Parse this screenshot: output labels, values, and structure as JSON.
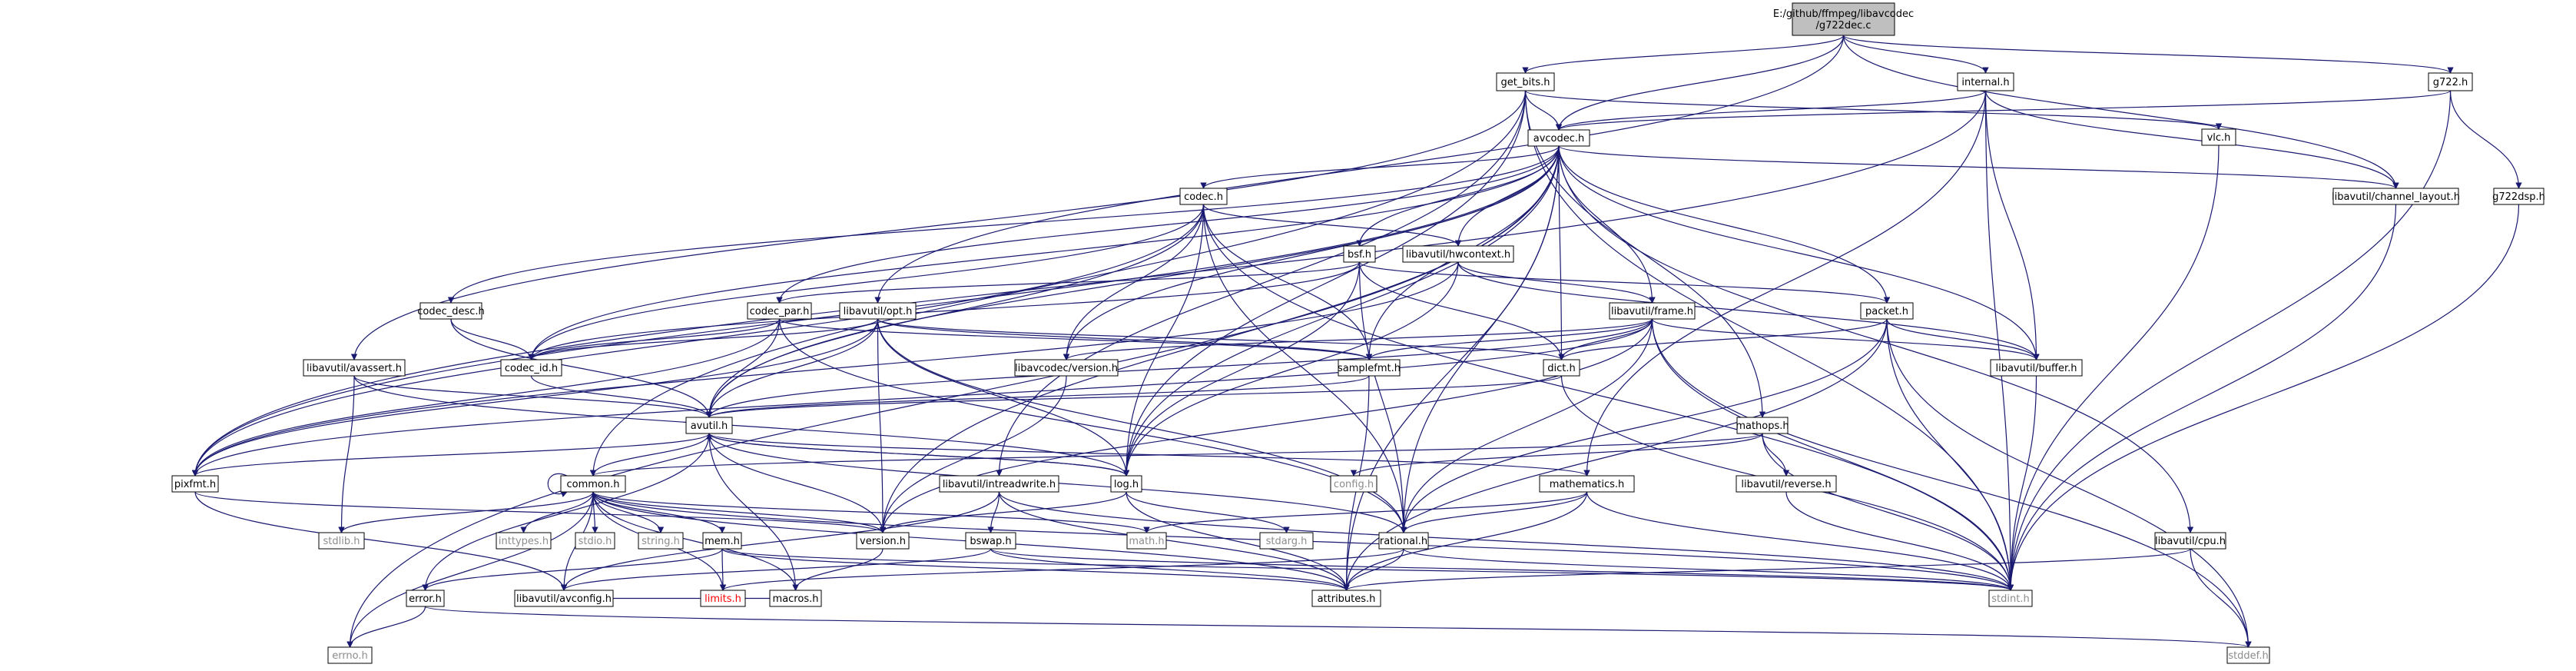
{
  "colors": {
    "edge": "#191970",
    "root_fill": "#bfbfbf",
    "node_fill": "#ffffff",
    "node_border": "#000000",
    "external_border": "#bfbfbf",
    "external_text": "#8c8c8c",
    "truncated_border": "#ff0000"
  },
  "nodes": [
    {
      "id": "root",
      "label": [
        "E:/github/ffmpeg/libavcodec",
        "/g722dec.c"
      ],
      "style": "root"
    },
    {
      "id": "get_bits",
      "label": [
        "get_bits.h"
      ],
      "style": "normal"
    },
    {
      "id": "internal",
      "label": [
        "internal.h"
      ],
      "style": "normal"
    },
    {
      "id": "g722",
      "label": [
        "g722.h"
      ],
      "style": "normal"
    },
    {
      "id": "avcodec",
      "label": [
        "avcodec.h"
      ],
      "style": "normal"
    },
    {
      "id": "vlc",
      "label": [
        "vlc.h"
      ],
      "style": "normal"
    },
    {
      "id": "codec",
      "label": [
        "codec.h"
      ],
      "style": "normal"
    },
    {
      "id": "channel_layout",
      "label": [
        "libavutil/channel_layout.h"
      ],
      "style": "normal"
    },
    {
      "id": "g722dsp",
      "label": [
        "g722dsp.h"
      ],
      "style": "normal"
    },
    {
      "id": "bsf",
      "label": [
        "bsf.h"
      ],
      "style": "normal"
    },
    {
      "id": "hwcontext",
      "label": [
        "libavutil/hwcontext.h"
      ],
      "style": "normal"
    },
    {
      "id": "codec_desc",
      "label": [
        "codec_desc.h"
      ],
      "style": "normal"
    },
    {
      "id": "codec_par",
      "label": [
        "codec_par.h"
      ],
      "style": "normal"
    },
    {
      "id": "opt",
      "label": [
        "libavutil/opt.h"
      ],
      "style": "normal"
    },
    {
      "id": "frame",
      "label": [
        "libavutil/frame.h"
      ],
      "style": "normal"
    },
    {
      "id": "packet",
      "label": [
        "packet.h"
      ],
      "style": "normal"
    },
    {
      "id": "avassert",
      "label": [
        "libavutil/avassert.h"
      ],
      "style": "normal"
    },
    {
      "id": "codec_id",
      "label": [
        "codec_id.h"
      ],
      "style": "normal"
    },
    {
      "id": "lc_version",
      "label": [
        "libavcodec/version.h"
      ],
      "style": "normal"
    },
    {
      "id": "samplefmt",
      "label": [
        "samplefmt.h"
      ],
      "style": "normal"
    },
    {
      "id": "dict",
      "label": [
        "dict.h"
      ],
      "style": "normal"
    },
    {
      "id": "buffer",
      "label": [
        "libavutil/buffer.h"
      ],
      "style": "normal"
    },
    {
      "id": "avutil",
      "label": [
        "avutil.h"
      ],
      "style": "normal"
    },
    {
      "id": "mathops",
      "label": [
        "mathops.h"
      ],
      "style": "normal"
    },
    {
      "id": "pixfmt",
      "label": [
        "pixfmt.h"
      ],
      "style": "normal"
    },
    {
      "id": "common",
      "label": [
        "common.h"
      ],
      "style": "normal"
    },
    {
      "id": "intreadwrite",
      "label": [
        "libavutil/intreadwrite.h"
      ],
      "style": "normal"
    },
    {
      "id": "log",
      "label": [
        "log.h"
      ],
      "style": "normal"
    },
    {
      "id": "config",
      "label": [
        "config.h"
      ],
      "style": "external"
    },
    {
      "id": "mathematics",
      "label": [
        "mathematics.h"
      ],
      "style": "truncated"
    },
    {
      "id": "reverse",
      "label": [
        "libavutil/reverse.h"
      ],
      "style": "normal"
    },
    {
      "id": "stdlib",
      "label": [
        "stdlib.h"
      ],
      "style": "external"
    },
    {
      "id": "inttypes",
      "label": [
        "inttypes.h"
      ],
      "style": "external"
    },
    {
      "id": "stdio",
      "label": [
        "stdio.h"
      ],
      "style": "external"
    },
    {
      "id": "string",
      "label": [
        "string.h"
      ],
      "style": "external"
    },
    {
      "id": "version",
      "label": [
        "version.h"
      ],
      "style": "normal"
    },
    {
      "id": "math",
      "label": [
        "math.h"
      ],
      "style": "external"
    },
    {
      "id": "stdarg",
      "label": [
        "stdarg.h"
      ],
      "style": "external"
    },
    {
      "id": "rational",
      "label": [
        "rational.h"
      ],
      "style": "normal"
    },
    {
      "id": "cpu",
      "label": [
        "libavutil/cpu.h"
      ],
      "style": "normal"
    },
    {
      "id": "mem",
      "label": [
        "mem.h"
      ],
      "style": "normal"
    },
    {
      "id": "bswap",
      "label": [
        "bswap.h"
      ],
      "style": "normal"
    },
    {
      "id": "error",
      "label": [
        "error.h"
      ],
      "style": "normal"
    },
    {
      "id": "avconfig",
      "label": [
        "libavutil/avconfig.h"
      ],
      "style": "normal"
    },
    {
      "id": "limits",
      "label": [
        "limits.h"
      ],
      "style": "truncated_external"
    },
    {
      "id": "macros",
      "label": [
        "macros.h"
      ],
      "style": "normal"
    },
    {
      "id": "attributes",
      "label": [
        "attributes.h"
      ],
      "style": "normal"
    },
    {
      "id": "stdint",
      "label": [
        "stdint.h"
      ],
      "style": "external"
    },
    {
      "id": "errno",
      "label": [
        "errno.h"
      ],
      "style": "external"
    },
    {
      "id": "stddef",
      "label": [
        "stddef.h"
      ],
      "style": "external"
    }
  ],
  "edges": [
    [
      "root",
      "get_bits"
    ],
    [
      "root",
      "internal"
    ],
    [
      "root",
      "g722"
    ],
    [
      "root",
      "avcodec"
    ],
    [
      "root",
      "channel_layout"
    ],
    [
      "root",
      "opt"
    ],
    [
      "get_bits",
      "avcodec"
    ],
    [
      "get_bits",
      "vlc"
    ],
    [
      "get_bits",
      "mathops"
    ],
    [
      "get_bits",
      "log"
    ],
    [
      "get_bits",
      "avassert"
    ],
    [
      "get_bits",
      "intreadwrite"
    ],
    [
      "get_bits",
      "common"
    ],
    [
      "get_bits",
      "stdint"
    ],
    [
      "internal",
      "avcodec"
    ],
    [
      "internal",
      "buffer"
    ],
    [
      "internal",
      "channel_layout"
    ],
    [
      "internal",
      "mathematics"
    ],
    [
      "internal",
      "pixfmt"
    ],
    [
      "internal",
      "stdint"
    ],
    [
      "g722",
      "avcodec"
    ],
    [
      "g722",
      "g722dsp"
    ],
    [
      "g722",
      "stdint"
    ],
    [
      "avcodec",
      "codec"
    ],
    [
      "avcodec",
      "channel_layout"
    ],
    [
      "avcodec",
      "bsf"
    ],
    [
      "avcodec",
      "hwcontext"
    ],
    [
      "avcodec",
      "codec_desc"
    ],
    [
      "avcodec",
      "codec_par"
    ],
    [
      "avcodec",
      "frame"
    ],
    [
      "avcodec",
      "packet"
    ],
    [
      "avcodec",
      "lc_version"
    ],
    [
      "avcodec",
      "samplefmt"
    ],
    [
      "avcodec",
      "dict"
    ],
    [
      "avcodec",
      "buffer"
    ],
    [
      "avcodec",
      "avutil"
    ],
    [
      "avcodec",
      "pixfmt"
    ],
    [
      "avcodec",
      "log"
    ],
    [
      "avcodec",
      "rational"
    ],
    [
      "avcodec",
      "attributes"
    ],
    [
      "avcodec",
      "cpu"
    ],
    [
      "avcodec",
      "errno"
    ],
    [
      "avcodec",
      "codec_id"
    ],
    [
      "avcodec",
      "version"
    ],
    [
      "vlc",
      "stdint"
    ],
    [
      "codec",
      "hwcontext"
    ],
    [
      "codec",
      "codec_id"
    ],
    [
      "codec",
      "lc_version"
    ],
    [
      "codec",
      "samplefmt"
    ],
    [
      "codec",
      "avutil"
    ],
    [
      "codec",
      "log"
    ],
    [
      "codec",
      "rational"
    ],
    [
      "codec",
      "pixfmt"
    ],
    [
      "codec",
      "stdint"
    ],
    [
      "channel_layout",
      "stdint"
    ],
    [
      "g722dsp",
      "stdint"
    ],
    [
      "bsf",
      "codec_id"
    ],
    [
      "bsf",
      "codec_par"
    ],
    [
      "bsf",
      "packet"
    ],
    [
      "bsf",
      "dict"
    ],
    [
      "bsf",
      "log"
    ],
    [
      "bsf",
      "rational"
    ],
    [
      "hwcontext",
      "buffer"
    ],
    [
      "hwcontext",
      "frame"
    ],
    [
      "hwcontext",
      "log"
    ],
    [
      "hwcontext",
      "pixfmt"
    ],
    [
      "codec_desc",
      "codec_id"
    ],
    [
      "codec_desc",
      "avutil"
    ],
    [
      "codec_par",
      "codec_id"
    ],
    [
      "codec_par",
      "avutil"
    ],
    [
      "codec_par",
      "pixfmt"
    ],
    [
      "codec_par",
      "rational"
    ],
    [
      "codec_par",
      "samplefmt"
    ],
    [
      "opt",
      "codec_id"
    ],
    [
      "opt",
      "avutil"
    ],
    [
      "opt",
      "dict"
    ],
    [
      "opt",
      "log"
    ],
    [
      "opt",
      "pixfmt"
    ],
    [
      "opt",
      "rational"
    ],
    [
      "opt",
      "samplefmt"
    ],
    [
      "opt",
      "version"
    ],
    [
      "frame",
      "avutil"
    ],
    [
      "frame",
      "buffer"
    ],
    [
      "frame",
      "dict"
    ],
    [
      "frame",
      "rational"
    ],
    [
      "frame",
      "samplefmt"
    ],
    [
      "frame",
      "pixfmt"
    ],
    [
      "frame",
      "version"
    ],
    [
      "frame",
      "stdint"
    ],
    [
      "frame",
      "stddef"
    ],
    [
      "frame",
      "lc_version"
    ],
    [
      "packet",
      "buffer"
    ],
    [
      "packet",
      "dict"
    ],
    [
      "packet",
      "rational"
    ],
    [
      "packet",
      "attributes"
    ],
    [
      "packet",
      "stdint"
    ],
    [
      "packet",
      "stddef"
    ],
    [
      "avassert",
      "stdlib"
    ],
    [
      "avassert",
      "avutil"
    ],
    [
      "avassert",
      "log"
    ],
    [
      "codec_id",
      "avutil"
    ],
    [
      "lc_version",
      "version"
    ],
    [
      "samplefmt",
      "avutil"
    ],
    [
      "samplefmt",
      "attributes"
    ],
    [
      "dict",
      "stdint"
    ],
    [
      "dict",
      "avutil"
    ],
    [
      "buffer",
      "stdint"
    ],
    [
      "avutil",
      "common"
    ],
    [
      "avutil",
      "error"
    ],
    [
      "avutil",
      "rational"
    ],
    [
      "avutil",
      "version"
    ],
    [
      "avutil",
      "macros"
    ],
    [
      "avutil",
      "mathematics"
    ],
    [
      "avutil",
      "log"
    ],
    [
      "avutil",
      "pixfmt"
    ],
    [
      "mathops",
      "config"
    ],
    [
      "mathops",
      "common"
    ],
    [
      "mathops",
      "reverse"
    ],
    [
      "mathops",
      "stdint"
    ],
    [
      "pixfmt",
      "avconfig"
    ],
    [
      "pixfmt",
      "version"
    ],
    [
      "common",
      "errno"
    ],
    [
      "common",
      "inttypes"
    ],
    [
      "common",
      "limits"
    ],
    [
      "common",
      "math"
    ],
    [
      "common",
      "stdint"
    ],
    [
      "common",
      "stdio"
    ],
    [
      "common",
      "stdlib"
    ],
    [
      "common",
      "string"
    ],
    [
      "common",
      "attributes"
    ],
    [
      "common",
      "macros"
    ],
    [
      "common",
      "version"
    ],
    [
      "common",
      "avconfig"
    ],
    [
      "common",
      "mem"
    ],
    [
      "common",
      "common"
    ],
    [
      "intreadwrite",
      "avconfig"
    ],
    [
      "intreadwrite",
      "attributes"
    ],
    [
      "intreadwrite",
      "bswap"
    ],
    [
      "intreadwrite",
      "stdint"
    ],
    [
      "log",
      "avutil"
    ],
    [
      "log",
      "attributes"
    ],
    [
      "log",
      "version"
    ],
    [
      "log",
      "stdarg"
    ],
    [
      "mathematics",
      "math"
    ],
    [
      "mathematics",
      "rational"
    ],
    [
      "mathematics",
      "attributes"
    ],
    [
      "mathematics",
      "stdint"
    ],
    [
      "reverse",
      "stdint"
    ],
    [
      "rational",
      "attributes"
    ],
    [
      "rational",
      "limits"
    ],
    [
      "rational",
      "stdint"
    ],
    [
      "cpu",
      "stddef"
    ],
    [
      "cpu",
      "attributes"
    ],
    [
      "mem",
      "error"
    ],
    [
      "mem",
      "limits"
    ],
    [
      "mem",
      "attributes"
    ],
    [
      "mem",
      "stdint"
    ],
    [
      "bswap",
      "avconfig"
    ],
    [
      "bswap",
      "attributes"
    ],
    [
      "bswap",
      "stdint"
    ],
    [
      "error",
      "errno"
    ],
    [
      "error",
      "stddef"
    ],
    [
      "macros",
      "avconfig"
    ],
    [
      "version",
      "macros"
    ]
  ]
}
